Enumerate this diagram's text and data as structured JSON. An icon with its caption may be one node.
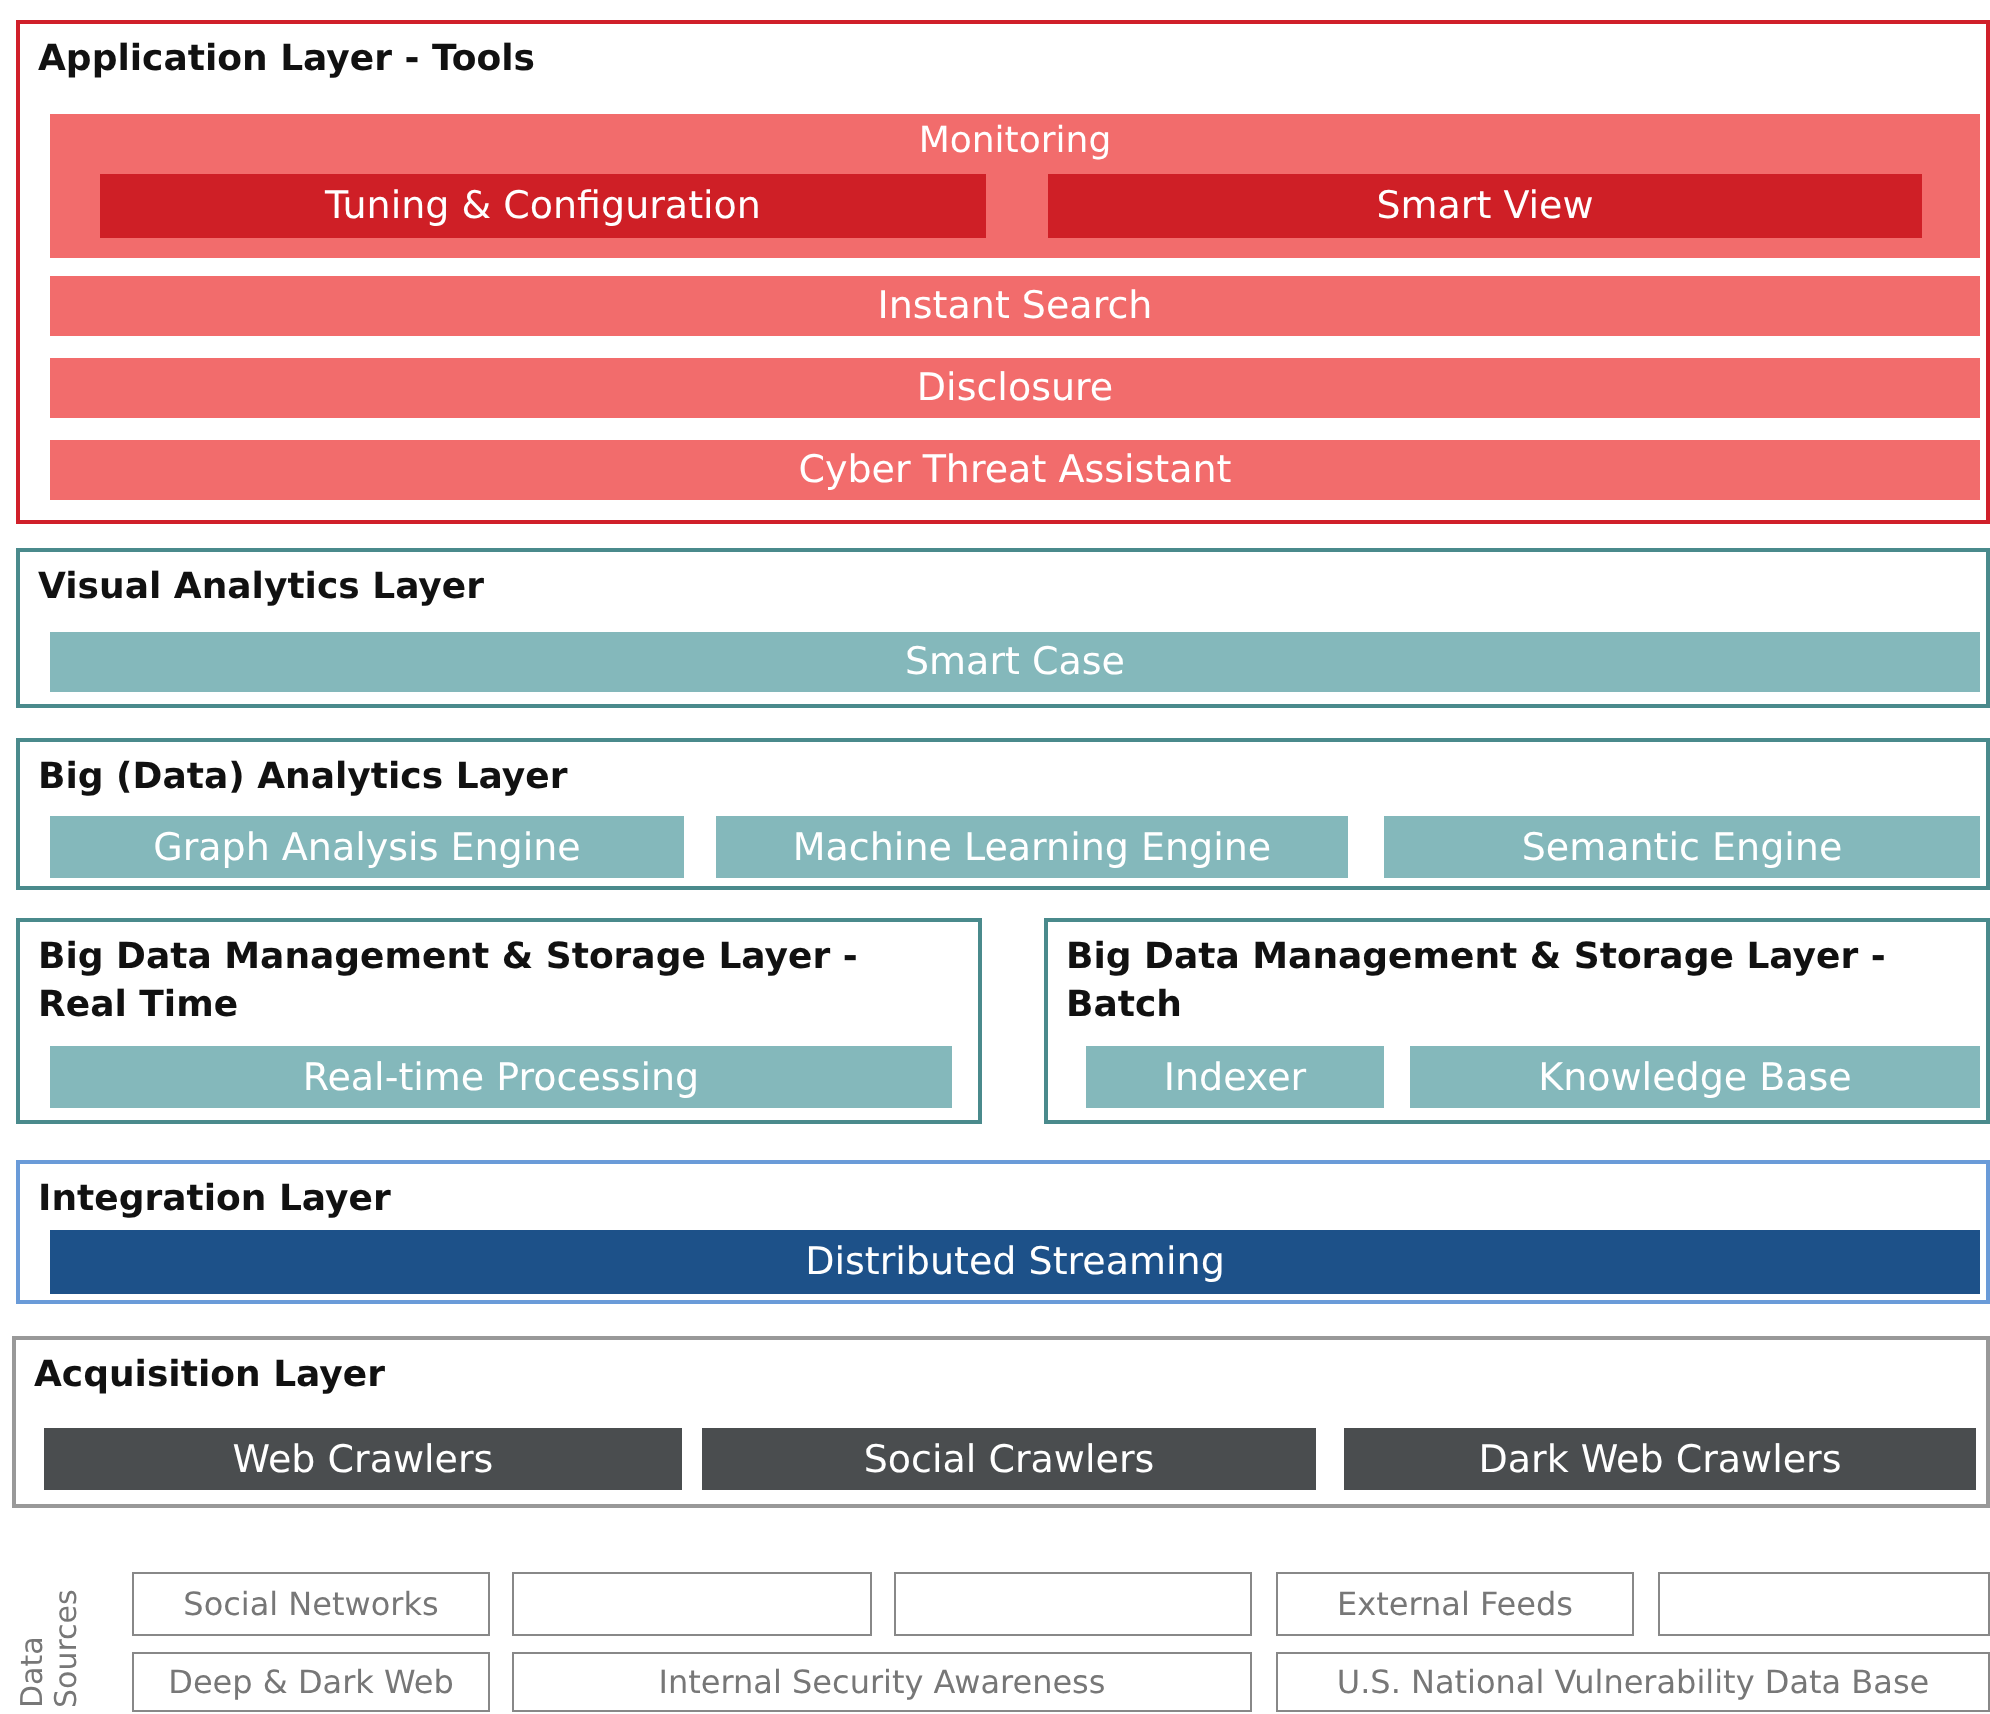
{
  "diagram": {
    "nodes": [
      {
        "text": [
          "Application Layer - Tools"
        ]
      },
      {
        "text": [
          "Monitoring"
        ],
        "in": 0
      },
      {
        "text": [
          "Tuning & Configuration"
        ],
        "in": 1
      },
      {
        "text": [
          "Smart View"
        ],
        "in": 1
      },
      {
        "text": [
          "Instant Search"
        ],
        "in": 0
      },
      {
        "text": [
          "Disclosure"
        ],
        "in": 0
      },
      {
        "text": [
          "Cyber Threat Assistant"
        ],
        "in": 0
      },
      {
        "text": [
          "Visual Analytics Layer"
        ]
      },
      {
        "text": [
          "Smart Case"
        ],
        "in": 7
      },
      {
        "text": [
          "Big (Data) Analytics Layer"
        ]
      },
      {
        "text": [
          "Graph Analysis Engine"
        ],
        "in": 9
      },
      {
        "text": [
          "Machine Learning Engine"
        ],
        "in": 9
      },
      {
        "text": [
          "Semantic Engine"
        ],
        "in": 9
      },
      {
        "text": [
          "Big Data Management & Storage Layer - Real Time"
        ]
      },
      {
        "text": [
          "Real-time Processing"
        ],
        "in": 13
      },
      {
        "text": [
          "Big Data Management & Storage Layer - Batch"
        ]
      },
      {
        "text": [
          "Indexer"
        ],
        "in": 15
      },
      {
        "text": [
          "Knowledge Base"
        ],
        "in": 15
      },
      {
        "text": [
          "Integration Layer"
        ]
      },
      {
        "text": [
          "Distributed Streaming"
        ],
        "in": 18
      },
      {
        "text": [
          "Acquisition Layer"
        ]
      },
      {
        "text": [
          "Web Crawlers"
        ],
        "in": 20
      },
      {
        "text": [
          "Social Crawlers"
        ],
        "in": 20
      },
      {
        "text": [
          "Dark Web Crawlers"
        ],
        "in": 20
      },
      {
        "text": [
          "Social Networks"
        ]
      },
      {
        "text": [],
        "shape": "box"
      },
      {
        "text": [],
        "shape": "box"
      },
      {
        "text": [
          "External Feeds"
        ]
      },
      {
        "text": [],
        "shape": "box"
      },
      {
        "text": [
          "Deep & Dark Web"
        ]
      },
      {
        "text": [
          "Internal Security Awareness"
        ]
      },
      {
        "text": [
          "U.S. National Vulnerability Data Base"
        ]
      }
    ],
    "labels": [
      "Data Sources"
    ]
  }
}
